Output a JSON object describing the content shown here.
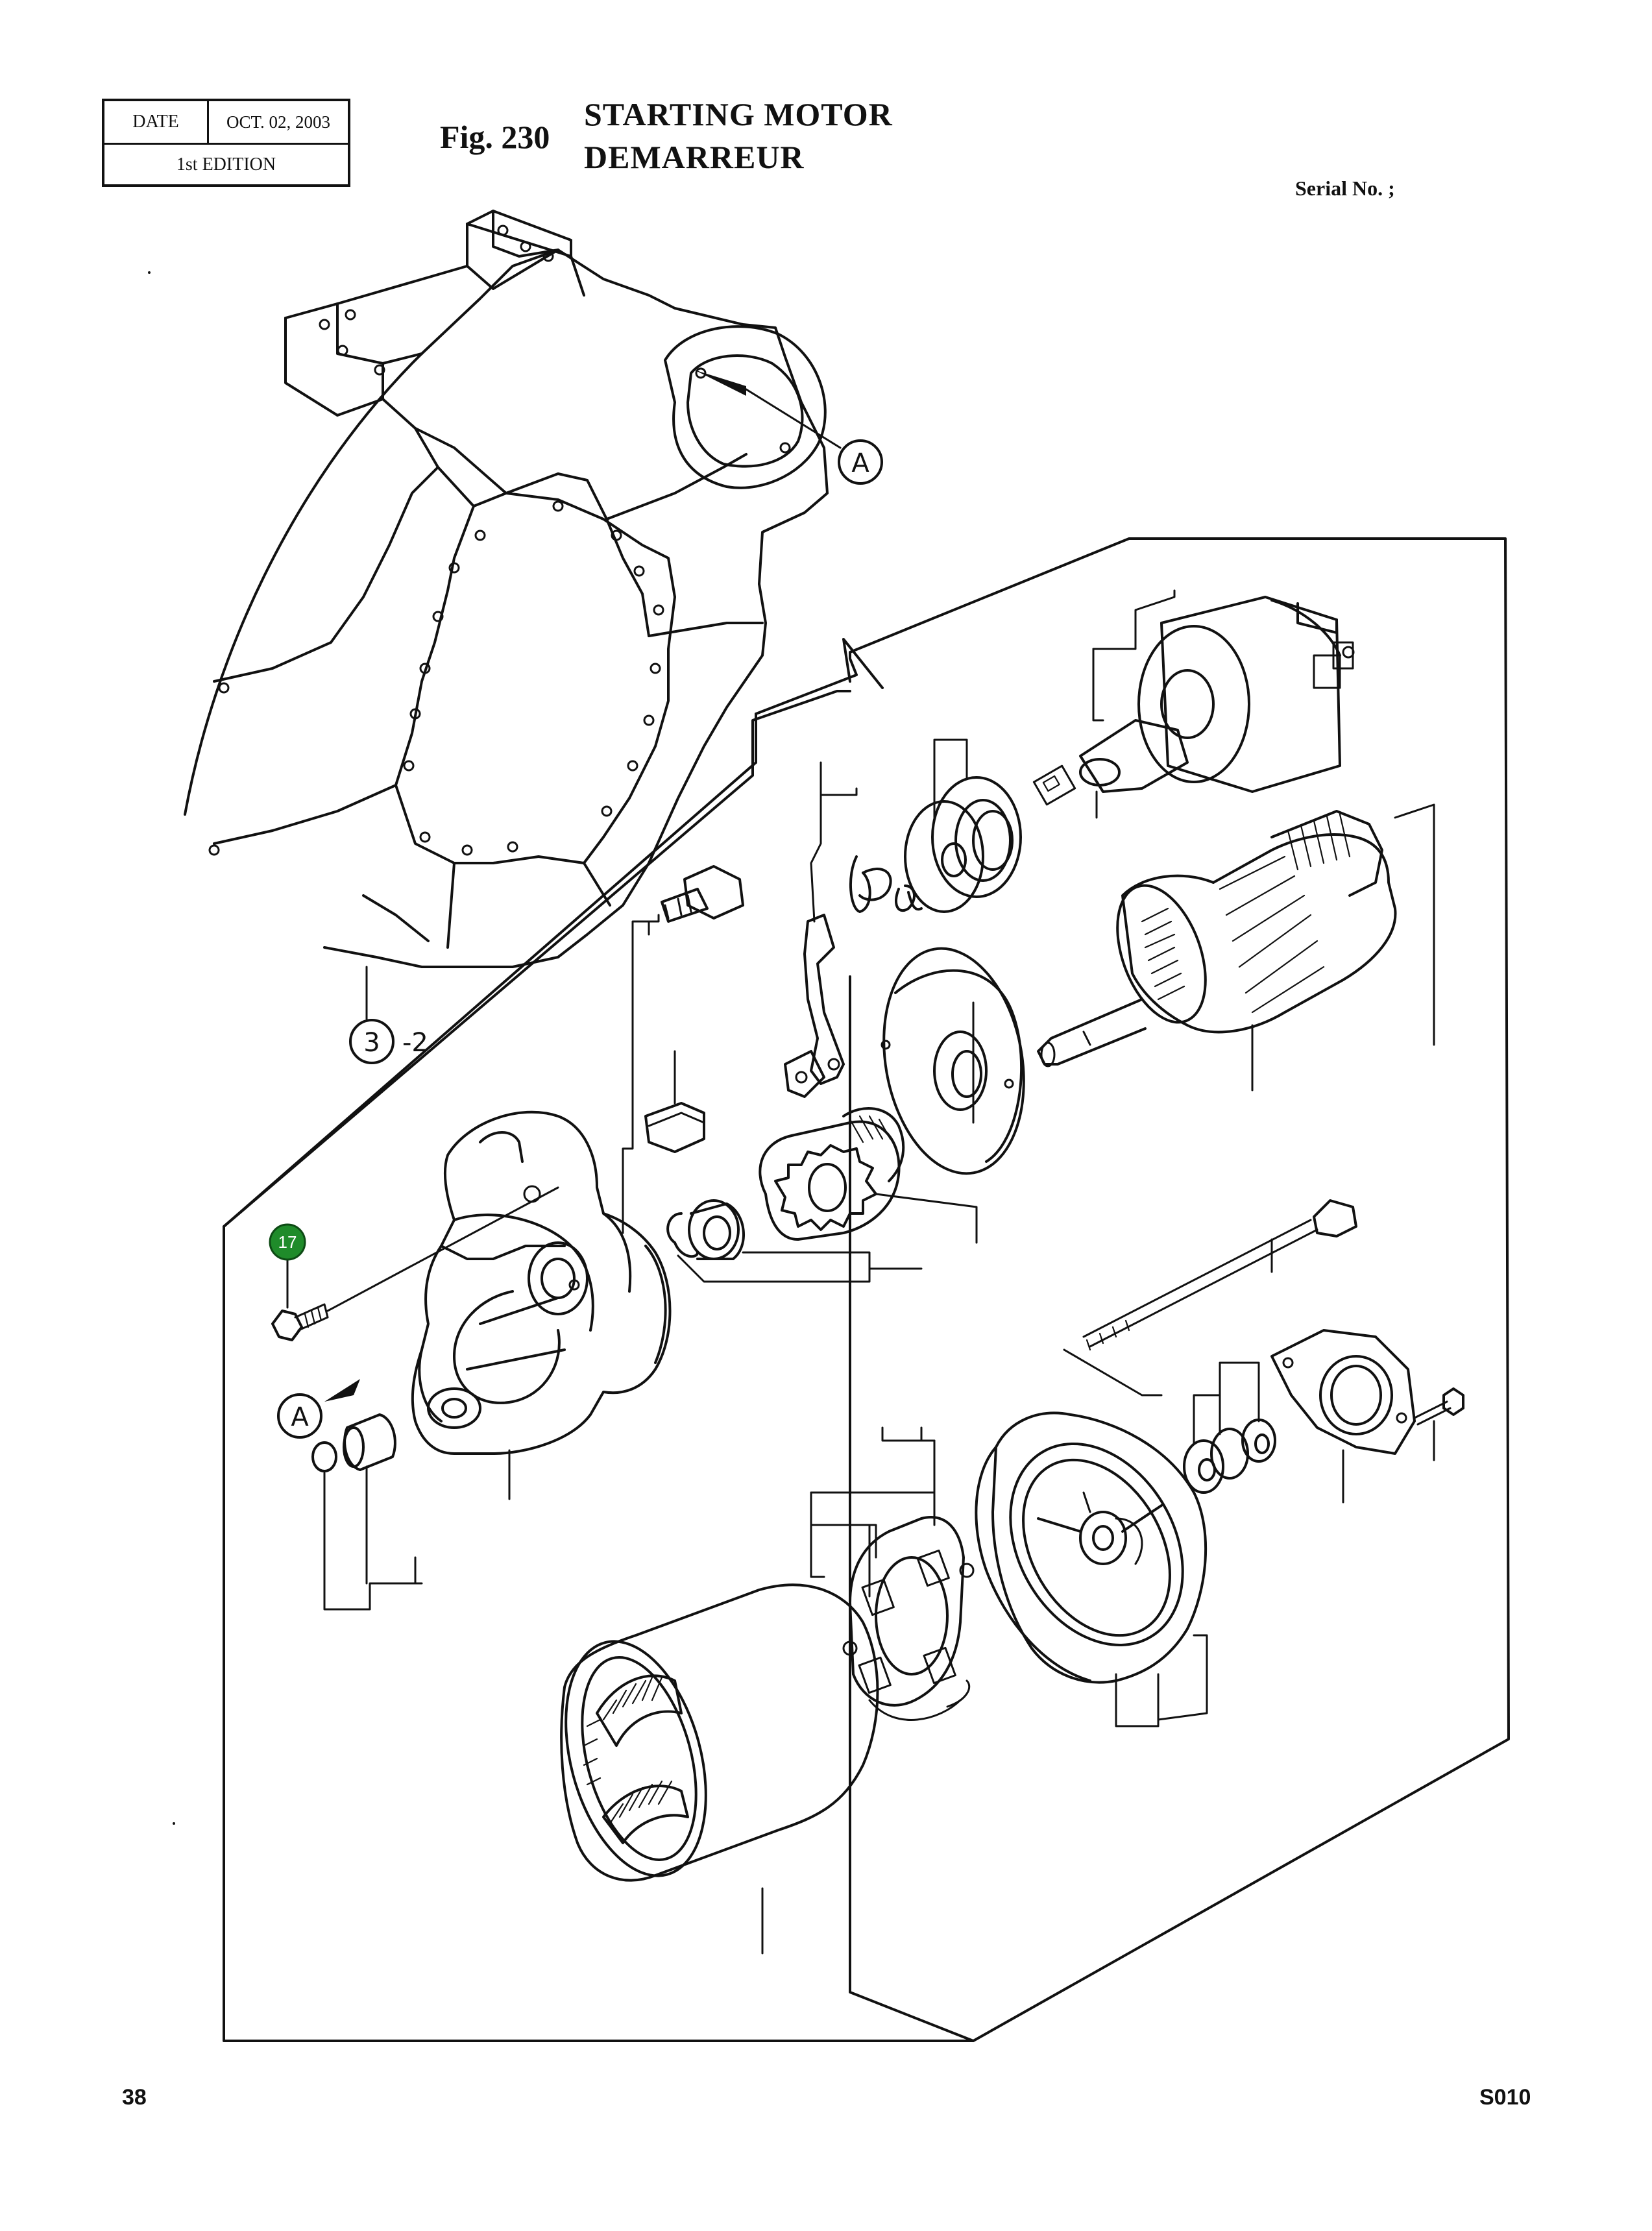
{
  "header": {
    "date_label": "DATE",
    "date_value": "OCT. 02, 2003",
    "edition": "1st EDITION",
    "figure_number": "Fig. 230",
    "title_en": "STARTING MOTOR",
    "title_fr": "DEMARREUR",
    "serial_label": "Serial No. ;"
  },
  "diagram": {
    "callout_a_top": "A",
    "callout_a_left": "A",
    "reference_number": "3",
    "reference_suffix": "-2",
    "badge_number": "17",
    "badge_color": "#1f8b2a",
    "handwritten_note": "Pa"
  },
  "footer": {
    "page_number": "38",
    "page_code": "S010"
  }
}
